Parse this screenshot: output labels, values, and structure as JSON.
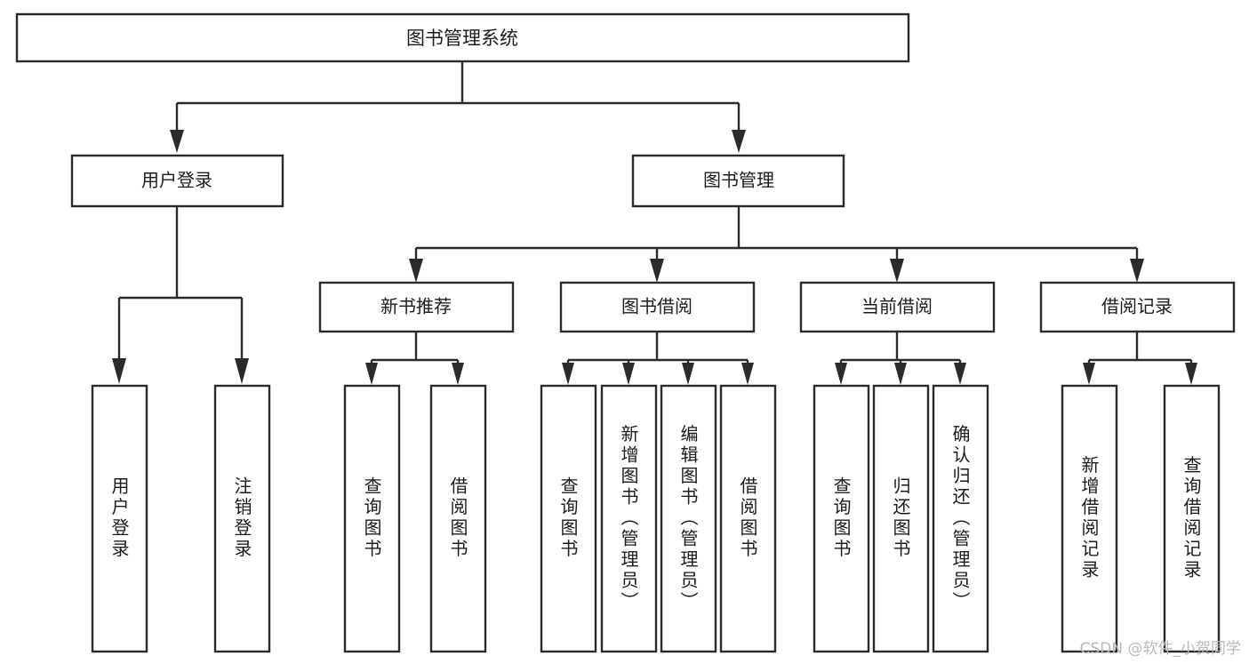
{
  "diagram": {
    "title": "图书管理系统",
    "type": "tree-hierarchy",
    "watermark": "CSDN @软件_小贺同学",
    "colors": {
      "box_border": "#2b2b2b",
      "box_fill": "#ffffff",
      "text": "#1c1c1c",
      "connector": "#2b2b2b",
      "watermark": "#b9b9b9",
      "background": "#ffffff"
    },
    "levels": {
      "root": {
        "label": "图书管理系统"
      },
      "level2": [
        {
          "label": "用户登录"
        },
        {
          "label": "图书管理"
        }
      ],
      "level3": [
        {
          "label": "新书推荐"
        },
        {
          "label": "图书借阅"
        },
        {
          "label": "当前借阅"
        },
        {
          "label": "借阅记录"
        }
      ]
    },
    "leaves": {
      "user_login": [
        {
          "label": "用户登录"
        },
        {
          "label": "注销登录"
        }
      ],
      "new_book_recommend": [
        {
          "label": "查询图书"
        },
        {
          "label": "借阅图书"
        }
      ],
      "book_borrow": [
        {
          "label": "查询图书"
        },
        {
          "label": "新增图书（管理员）"
        },
        {
          "label": "编辑图书（管理员）"
        },
        {
          "label": "借阅图书"
        }
      ],
      "current_borrow": [
        {
          "label": "查询图书"
        },
        {
          "label": "归还图书"
        },
        {
          "label": "确认归还（管理员）"
        }
      ],
      "borrow_record": [
        {
          "label": "新增借阅记录"
        },
        {
          "label": "查询借阅记录"
        }
      ]
    }
  }
}
